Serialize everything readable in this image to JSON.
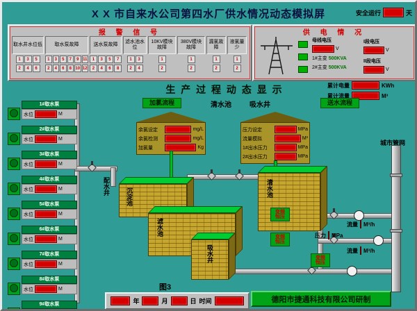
{
  "title_bar": {
    "title": "X X 市自来水公司第四水厂供水情况动态模拟屏",
    "safe_label": "安全运行",
    "safe_value": "",
    "safe_unit": "天"
  },
  "alarm_panel": {
    "title": "报 警 信 号",
    "groups": [
      {
        "label": "取水井水位低",
        "rows": [
          [
            "1",
            "3",
            "5"
          ],
          [
            "2",
            "4",
            "6"
          ]
        ]
      },
      {
        "label": "取水泵故障",
        "rows": [
          [
            "1",
            "3",
            "5",
            "7",
            "9",
            "11"
          ],
          [
            "2",
            "4",
            "6",
            "8",
            "10",
            "12"
          ]
        ]
      },
      {
        "label": "送水泵故障",
        "rows": [
          [
            "1",
            "3",
            "5",
            "7"
          ],
          [
            "2",
            "4",
            "6",
            "8"
          ]
        ]
      },
      {
        "label": "滤水池水位",
        "rows": [
          [
            "1",
            "3"
          ],
          [
            "2",
            "4"
          ]
        ]
      },
      {
        "label": "10KV模块故障",
        "rows": [
          [
            "1"
          ],
          [
            "2"
          ]
        ]
      },
      {
        "label": "380V模块故障",
        "rows": [
          [
            "1"
          ],
          [
            "2"
          ]
        ]
      },
      {
        "label": "漏氯故障",
        "rows": [
          [
            "1"
          ],
          [
            "2"
          ]
        ]
      },
      {
        "label": "液氯量少",
        "rows": [
          [
            "1"
          ],
          [
            "2"
          ]
        ]
      }
    ]
  },
  "power_panel": {
    "title": "供 电 情 况",
    "bus_label": "母线电压",
    "bus_value": "",
    "bus_unit": "V",
    "t1_name": "1#主变",
    "t1_rating": "500KVA",
    "t2_name": "2#主变",
    "t2_rating": "500KVA",
    "sec1_label": "I段电压",
    "sec1_value": "",
    "sec1_unit": "V",
    "sec2_label": "II段电压",
    "sec2_value": "",
    "sec2_unit": "V"
  },
  "totals": {
    "energy_label": "累计电量",
    "energy_value": "",
    "energy_unit": "KWh",
    "flow_label": "累计流量",
    "flow_value": "",
    "flow_unit": "M³"
  },
  "process": {
    "title": "生 产 过 程 动 态 显 示",
    "stage_chlorine": "加氯流程",
    "stage_clearwell": "清水池",
    "stage_suction": "吸水井",
    "stage_delivery": "送水流程",
    "house1_rows": [
      {
        "label": "余氯设定",
        "value": "",
        "unit": "mg/L"
      },
      {
        "label": "余氯检测",
        "value": "",
        "unit": "mg/L"
      },
      {
        "label": "加氯量",
        "value": "",
        "unit": "Kg"
      }
    ],
    "house2_rows": [
      {
        "label": "压力设定",
        "value": "",
        "unit": "MPa"
      },
      {
        "label": "流量模拟",
        "value": "",
        "unit": "M³"
      },
      {
        "label": "1#出水压力",
        "value": "",
        "unit": "MPa"
      },
      {
        "label": "2#出水压力",
        "value": "",
        "unit": "MPa"
      }
    ],
    "structures": {
      "distribution_well": "配水井",
      "sedimentation": "沉淀池",
      "filter": "滤水池",
      "clear_well": "清水池",
      "suction_well": "吸水井",
      "city_network": "城市管网"
    },
    "vfd_chip": {
      "line1": "变频",
      "line2": "恒压"
    },
    "meters": [
      {
        "label": "流量",
        "value": "",
        "unit": "M³/h"
      },
      {
        "label": "压力",
        "value": "",
        "unit": "MPa"
      },
      {
        "label": "流量",
        "value": "",
        "unit": "M³/h"
      }
    ]
  },
  "pumps": {
    "level_label": "水位",
    "level_unit": "M",
    "units": [
      {
        "name": "1#取水泵"
      },
      {
        "name": "2#取水泵"
      },
      {
        "name": "3#取水泵"
      },
      {
        "name": "4#取水泵"
      },
      {
        "name": "5#取水泵"
      },
      {
        "name": "6#取水泵"
      },
      {
        "name": "7#取水泵"
      },
      {
        "name": "8#取水泵"
      },
      {
        "name": "9#取水泵"
      }
    ]
  },
  "footer": {
    "figure_label": "图3",
    "year_label": "年",
    "month_label": "月",
    "day_label": "日",
    "time_label": "时间",
    "credit": "德阳市捷通科技有限公司研制"
  }
}
